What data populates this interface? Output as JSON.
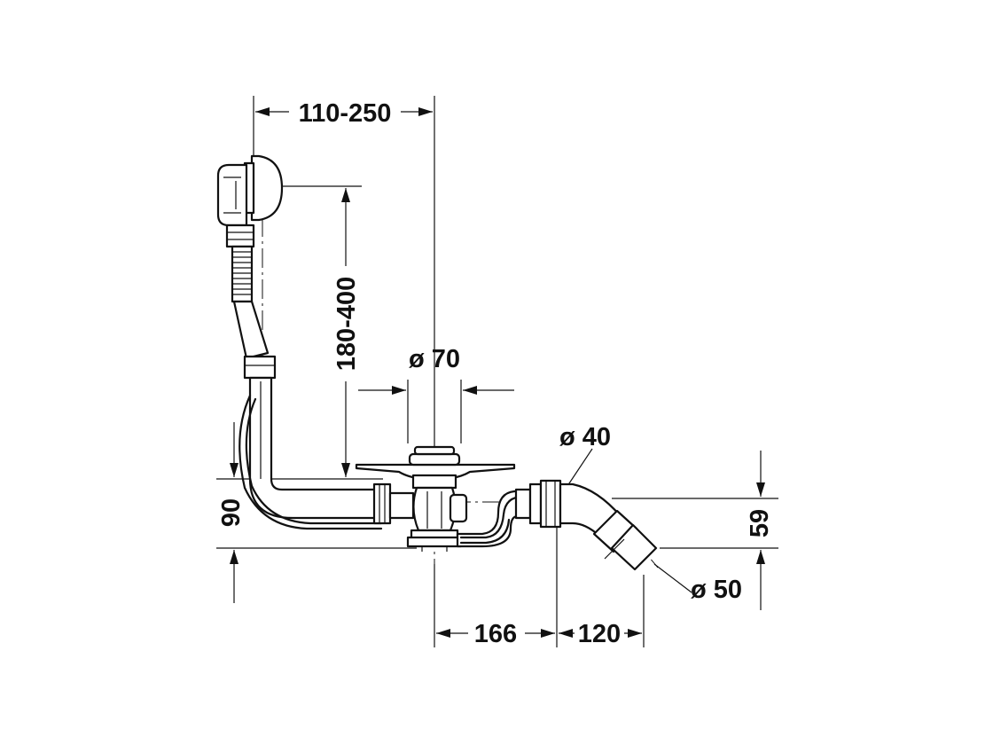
{
  "dimensions": {
    "overflow_height_range": "110-250",
    "overflow_vertical_range": "180-400",
    "drain_diameter": "ø 70",
    "outlet_diameter": "ø 40",
    "outlet_pipe_diameter": "ø 50",
    "height_left": "90",
    "height_right": "59",
    "distance_to_outlet": "166",
    "outlet_offset": "120"
  }
}
